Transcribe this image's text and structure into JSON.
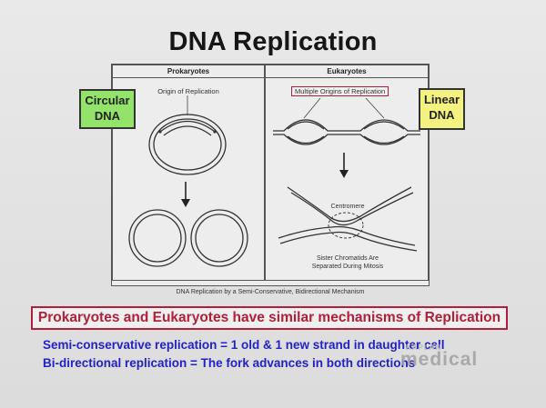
{
  "title": "DNA Replication",
  "panels": {
    "prokaryotes": {
      "header": "Prokaryotes",
      "origin_label": "Origin of Replication"
    },
    "eukaryotes": {
      "header": "Eukaryotes",
      "origin_label": "Multiple Origins of Replication",
      "centromere_label": "Centromere",
      "chromatid_label_1": "Sister Chromatids Are",
      "chromatid_label_2": "Separated During Mitosis"
    }
  },
  "figure_caption": "DNA Replication by a Semi-Conservative, Bidirectional Mechanism",
  "tags": {
    "circular_1": "Circular",
    "circular_2": "DNA",
    "linear_1": "Linear",
    "linear_2": "DNA"
  },
  "highlight": "Prokaryotes and Eukaryotes have similar mechanisms of Replication",
  "bullets": [
    "Semi-conservative replication = 1 old & 1 new strand in daughter cell",
    "Bi-directional replication = The fork advances in both directions"
  ],
  "logo": {
    "small": "KAPLAN",
    "main": "medical"
  },
  "colors": {
    "circular_tag": "#93e36b",
    "linear_tag": "#f3f180",
    "highlight_border": "#b0203a",
    "bullet_text": "#2222c4"
  }
}
